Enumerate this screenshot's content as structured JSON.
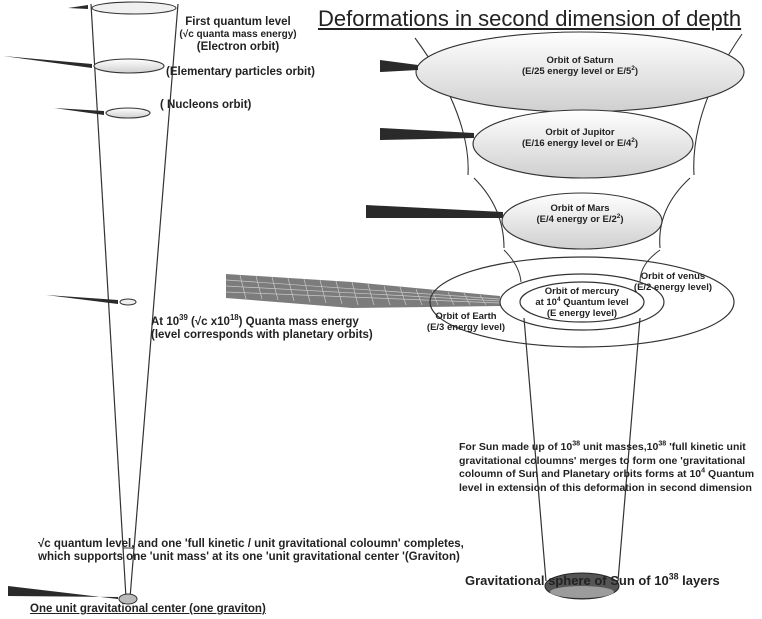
{
  "title": "Deformations in second dimension of depth",
  "left_column": {
    "first_quantum_level": "First quantum level",
    "first_quantum_sub": "(√c quanta mass energy)",
    "electron_orbit": "(Electron orbit)",
    "elementary_orbit": "(Elementary particles orbit)",
    "nucleons_orbit": "( Nucleons orbit)",
    "quanta_line1_prefix": "At 10",
    "quanta_line1_exp1": "39",
    "quanta_line1_mid": " (√c x10",
    "quanta_line1_exp2": "18",
    "quanta_line1_suffix": ") Quanta mass energy",
    "quanta_line2": "(level corresponds with  planetary orbits)",
    "completes_line1": "√c quantum level, and one 'full kinetic / unit gravitational coloumn' completes,",
    "completes_line2": "which supports one 'unit mass' at its one 'unit gravitational center '(Graviton)",
    "bottom_label": "One unit gravitational center (one graviton)"
  },
  "right_column": {
    "saturn_name": "Orbit of Saturn",
    "saturn_energy": "(E/25 energy level or E/5",
    "saturn_exp": "2",
    "saturn_close": ")",
    "jupiter_name": "Orbit of Jupitor",
    "jupiter_energy": "(E/16 energy level or E/4",
    "jupiter_exp": "2",
    "jupiter_close": ")",
    "mars_name": "Orbit of Mars",
    "mars_energy": "(E/4 energy or E/2",
    "mars_exp": "2",
    "mars_close": ")",
    "venus_name": "Orbit of venus",
    "venus_energy": "(E/2 energy level)",
    "mercury_name": "Orbit of mercury",
    "mercury_quantum_prefix": "at 10",
    "mercury_quantum_exp": "4",
    "mercury_quantum_suffix": " Quantum level",
    "mercury_energy": "(E energy level)",
    "earth_name": "Orbit of Earth",
    "earth_energy": "(E/3 energy level)",
    "sun_para_1a": "For Sun made up of 10",
    "sun_para_1b": "38",
    "sun_para_1c": " unit masses,10",
    "sun_para_1d": "38",
    "sun_para_1e": " 'full kinetic unit",
    "sun_para_2": "gravitational coloumns' merges to form one 'gravitational",
    "sun_para_3a": "coloumn of Sun and  Planetary orbits forms  at 10",
    "sun_para_3b": "4",
    "sun_para_3c": " Quantum",
    "sun_para_4": "level in extension of this deformation in second dimension",
    "sphere_prefix": "Gravitational sphere of Sun of 10",
    "sphere_exp": "38",
    "sphere_suffix": " layers"
  },
  "colors": {
    "stroke": "#333333",
    "arrow_fill": "#2a2a2a",
    "ellipse_fill": "#eeeeee",
    "ellipse_shade": "#cfcfcf",
    "sun_base": "#555555",
    "grid_fill": "#6a6a6a"
  }
}
